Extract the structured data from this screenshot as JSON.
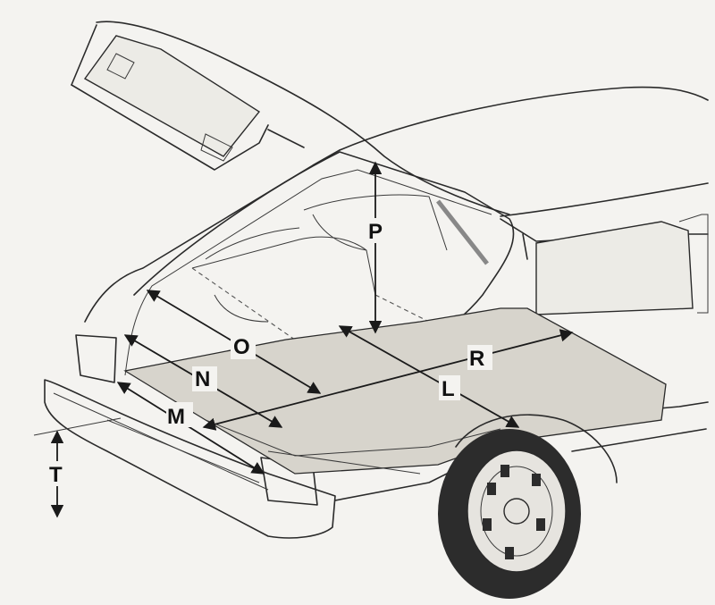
{
  "figure": {
    "dimension_labels": {
      "L": "L",
      "M": "M",
      "N": "N",
      "O": "O",
      "P": "P",
      "R": "R",
      "T": "T"
    }
  },
  "colors": {
    "ink": "#1a1a1a",
    "floor_shading": "#d7d4cc",
    "paper": "#f4f3f0"
  }
}
